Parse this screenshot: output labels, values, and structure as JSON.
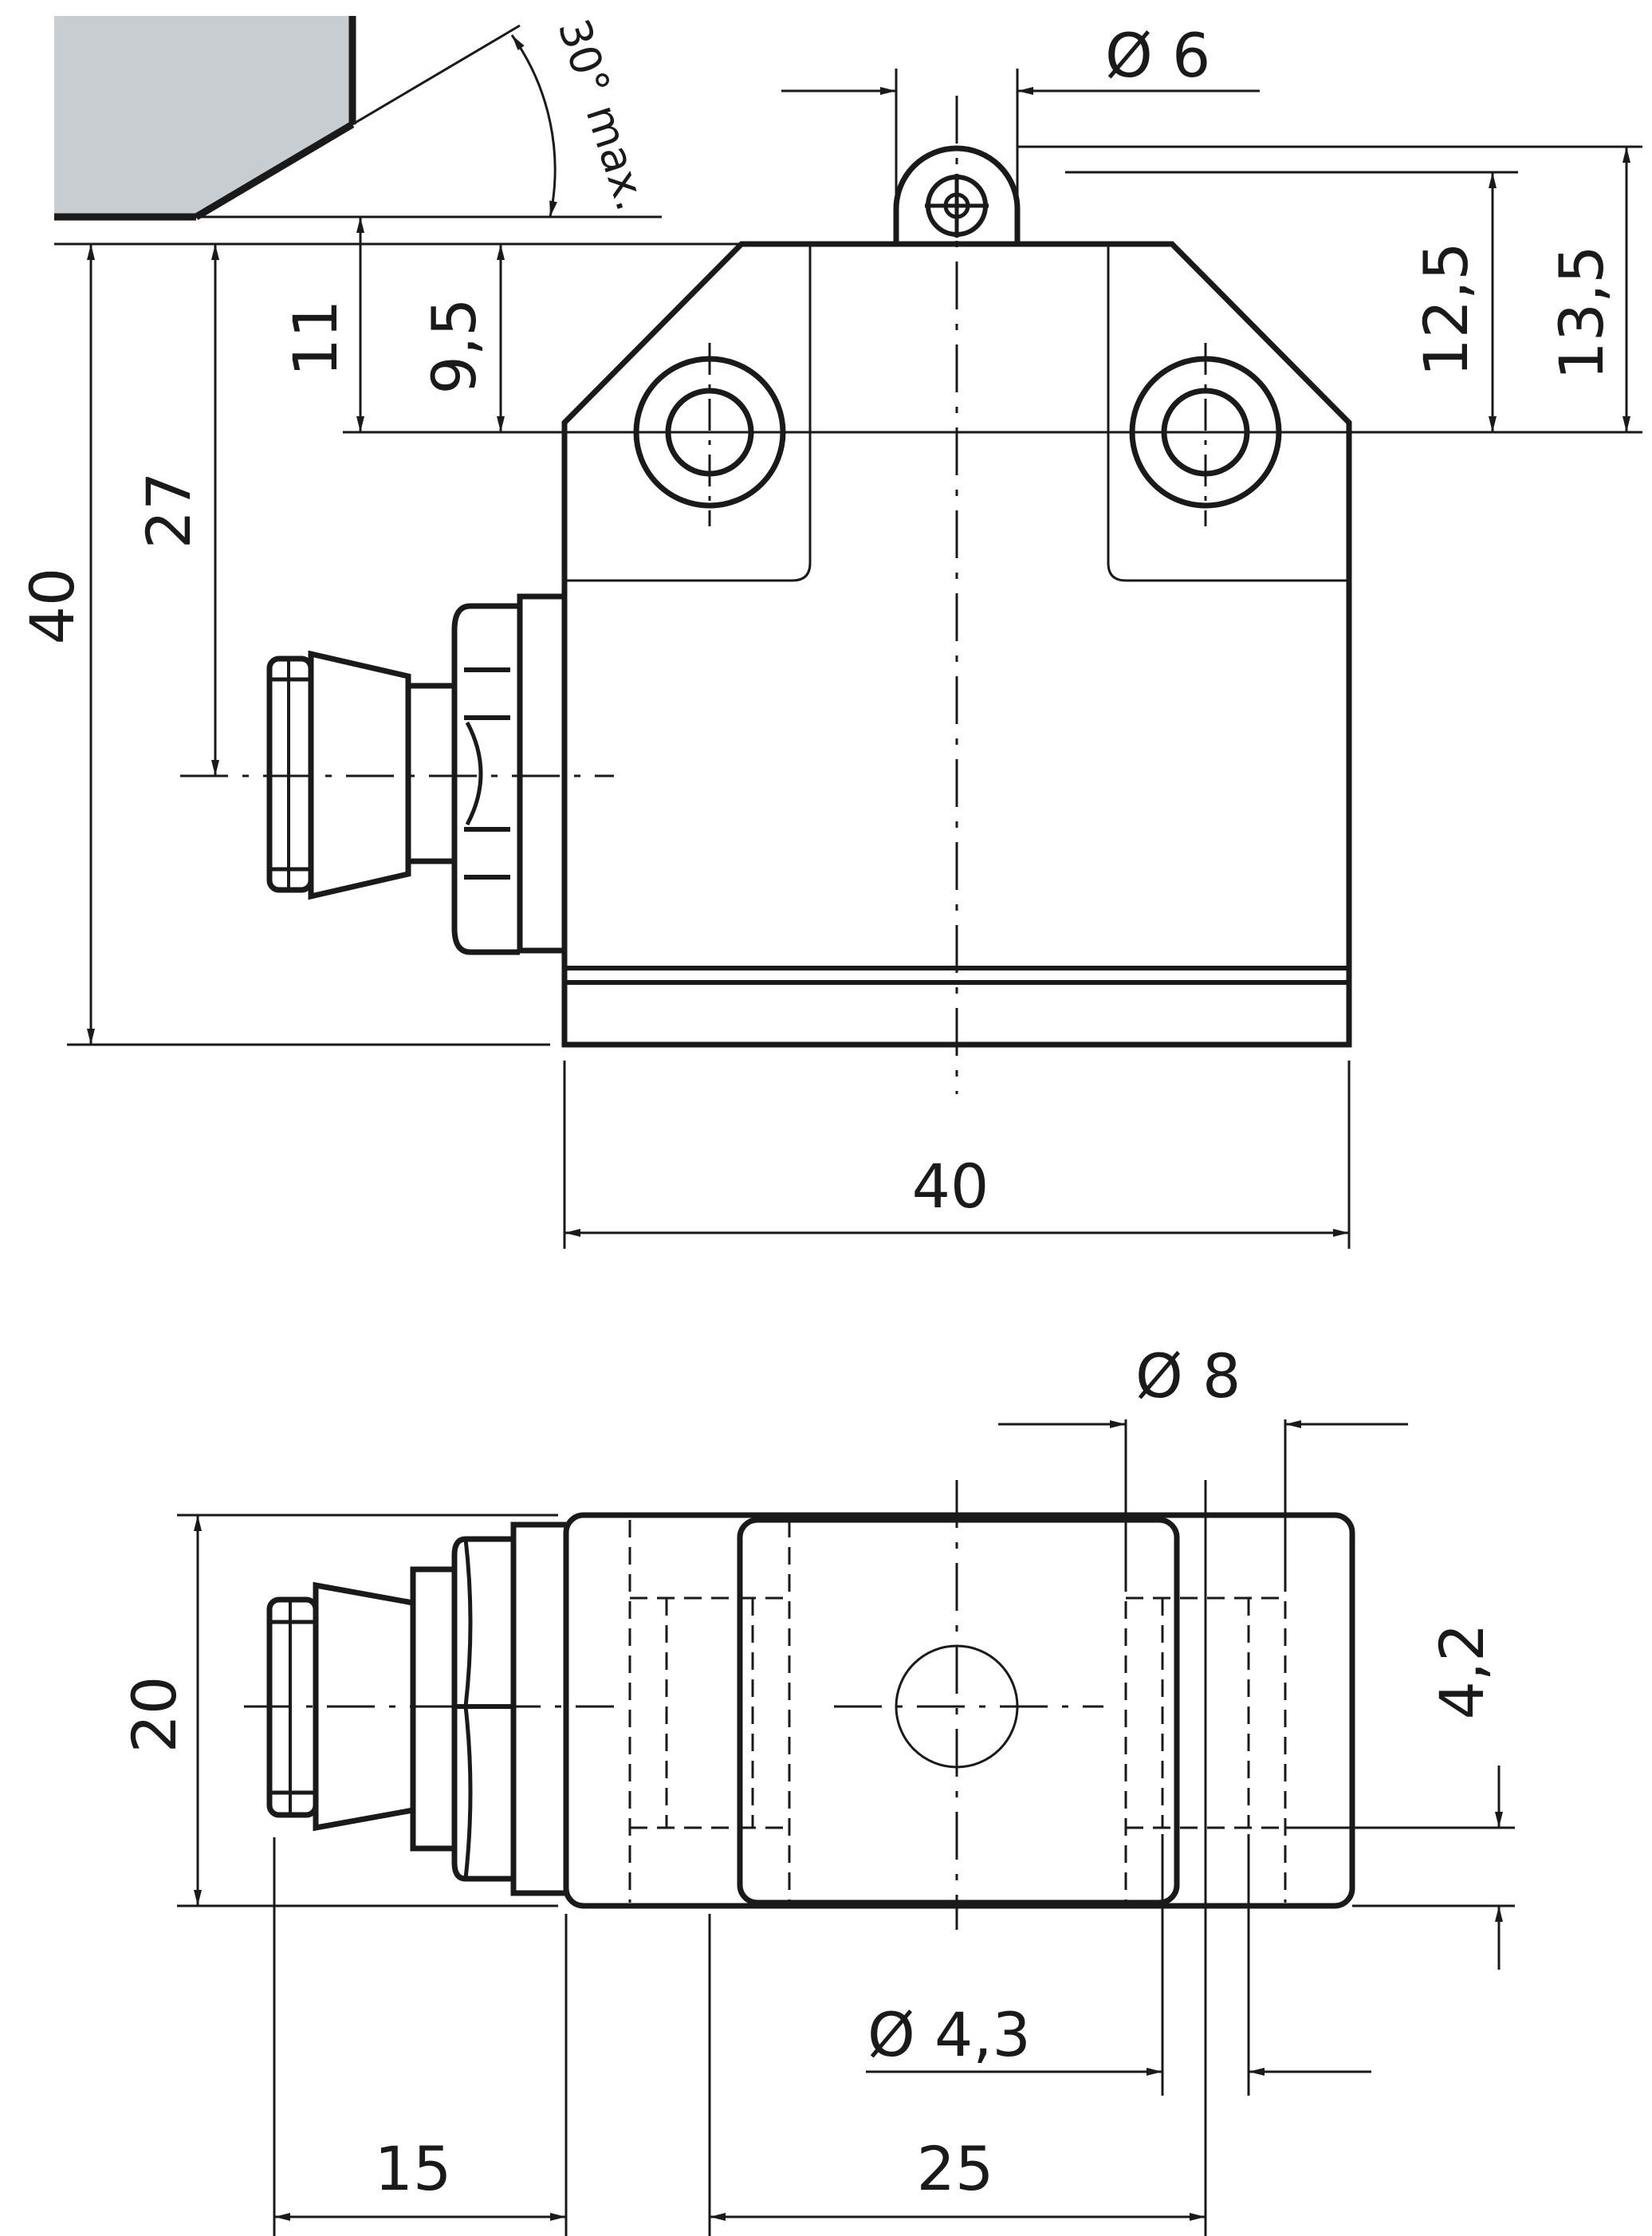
{
  "colors": {
    "line": "#1a1a1a",
    "surface_fill": "#c8cdd2",
    "background": "#ffffff"
  },
  "front_view": {
    "angle_label": "30° max.",
    "roller_diameter": "Ø 6",
    "height_overall": "40",
    "height_to_axis": "27",
    "height_11": "11",
    "height_9_5": "9,5",
    "height_12_5": "12,5",
    "height_13_5": "13,5",
    "width": "40"
  },
  "top_view": {
    "counterbore_diameter": "Ø 8",
    "depth": "20",
    "hole_offset": "4,2",
    "hole_diameter": "Ø 4,3",
    "connector_length": "15",
    "hole_spacing": "25"
  }
}
